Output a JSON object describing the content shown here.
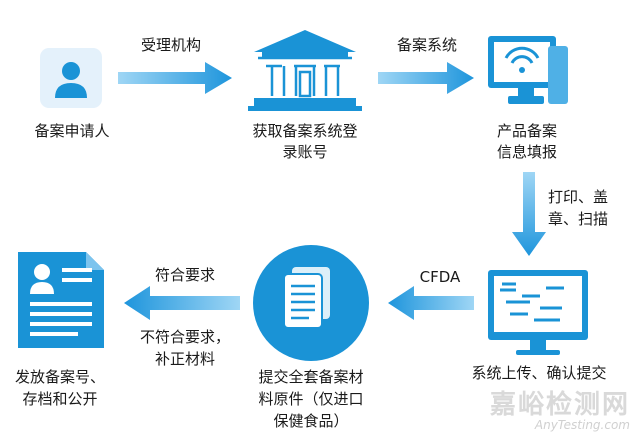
{
  "nodes": {
    "applicant": "备案申请人",
    "get_account_1": "获取备案系统登",
    "get_account_2": "录账号",
    "info_fill_1": "产品备案",
    "info_fill_2": "信息填报",
    "upload_confirm": "系统上传、确认提交",
    "submit_1": "提交全套备案材",
    "submit_2": "料原件（仅进口",
    "submit_3": "保健食品）",
    "issue_1": "发放备案号、",
    "issue_2": "存档和公开"
  },
  "edges": {
    "accept_org": "受理机构",
    "filing_system": "备案系统",
    "print_stamp_1": "打印、盖",
    "print_stamp_2": "章、扫描",
    "cfda": "CFDA",
    "compliant": "符合要求",
    "noncompliant_1": "不符合要求，",
    "noncompliant_2": "补正材料"
  },
  "watermark": {
    "main": "嘉峪检测网",
    "sub": "AnyTesting.com"
  },
  "colors": {
    "primary": "#1a93d6",
    "arrow": "#2aa3e3",
    "light": "#e8f4fc"
  }
}
